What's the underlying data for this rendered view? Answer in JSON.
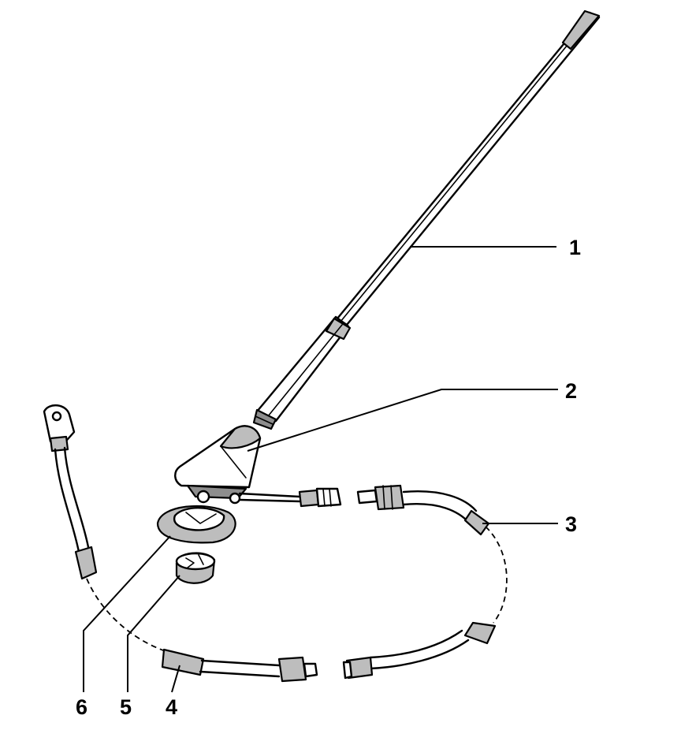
{
  "callouts": {
    "c1": "1",
    "c2": "2",
    "c3": "3",
    "c4": "4",
    "c5": "5",
    "c6": "6"
  },
  "parts": [
    {
      "id": "antenna-mast",
      "label": "1"
    },
    {
      "id": "antenna-base",
      "label": "2"
    },
    {
      "id": "antenna-cable",
      "label": "3"
    },
    {
      "id": "extension-cable",
      "label": "4"
    },
    {
      "id": "mounting-nut",
      "label": "5"
    },
    {
      "id": "gasket",
      "label": "6"
    }
  ],
  "colors": {
    "line": "#000000",
    "shade": "#bdbdbd",
    "background": "#ffffff"
  }
}
